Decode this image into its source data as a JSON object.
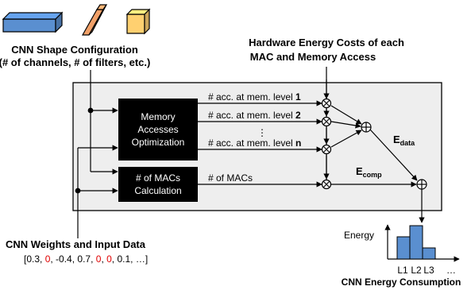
{
  "shapes": {
    "title_line1": "CNN Shape Configuration",
    "title_line2": "(# of channels, # of filters, etc.)",
    "colors": {
      "blue": "#5a8fd0",
      "orange": "#f0a068",
      "yellow": "#ffd070"
    }
  },
  "hardware": {
    "title_line1": "Hardware Energy Costs of each",
    "title_line2": "MAC and Memory Access"
  },
  "blocks": {
    "mem_opt": [
      "Memory",
      "Accesses",
      "Optimization"
    ],
    "macs_calc": [
      "# of MACs",
      "Calculation"
    ]
  },
  "accesses": [
    {
      "prefix": "# acc. at mem. level ",
      "level": "1"
    },
    {
      "prefix": "# acc. at mem. level ",
      "level": "2"
    },
    {
      "prefix": "# acc. at mem. level ",
      "level": "n"
    }
  ],
  "dots": "⋮",
  "macs_label": "# of MACs",
  "e_data": {
    "base": "E",
    "sub": "data"
  },
  "e_comp": {
    "base": "E",
    "sub": "comp"
  },
  "weights": {
    "title": "CNN Weights and Input Data",
    "values": [
      {
        "text": "[0.3, ",
        "zero": false
      },
      {
        "text": "0",
        "zero": true
      },
      {
        "text": ", -0.4, 0.7, ",
        "zero": false
      },
      {
        "text": "0",
        "zero": true
      },
      {
        "text": ", ",
        "zero": false
      },
      {
        "text": "0",
        "zero": true
      },
      {
        "text": ", 0.1, …]",
        "zero": false
      }
    ]
  },
  "energy_chart": {
    "ylabel": "Energy",
    "categories": [
      "L1",
      "L2",
      "L3"
    ],
    "ellipsis": "…",
    "caption": "CNN Energy Consumption"
  },
  "chart_data": {
    "type": "bar",
    "categories": [
      "L1",
      "L2",
      "L3"
    ],
    "values": [
      2,
      3,
      1
    ],
    "ylabel": "Energy",
    "title": "CNN Energy Consumption"
  }
}
